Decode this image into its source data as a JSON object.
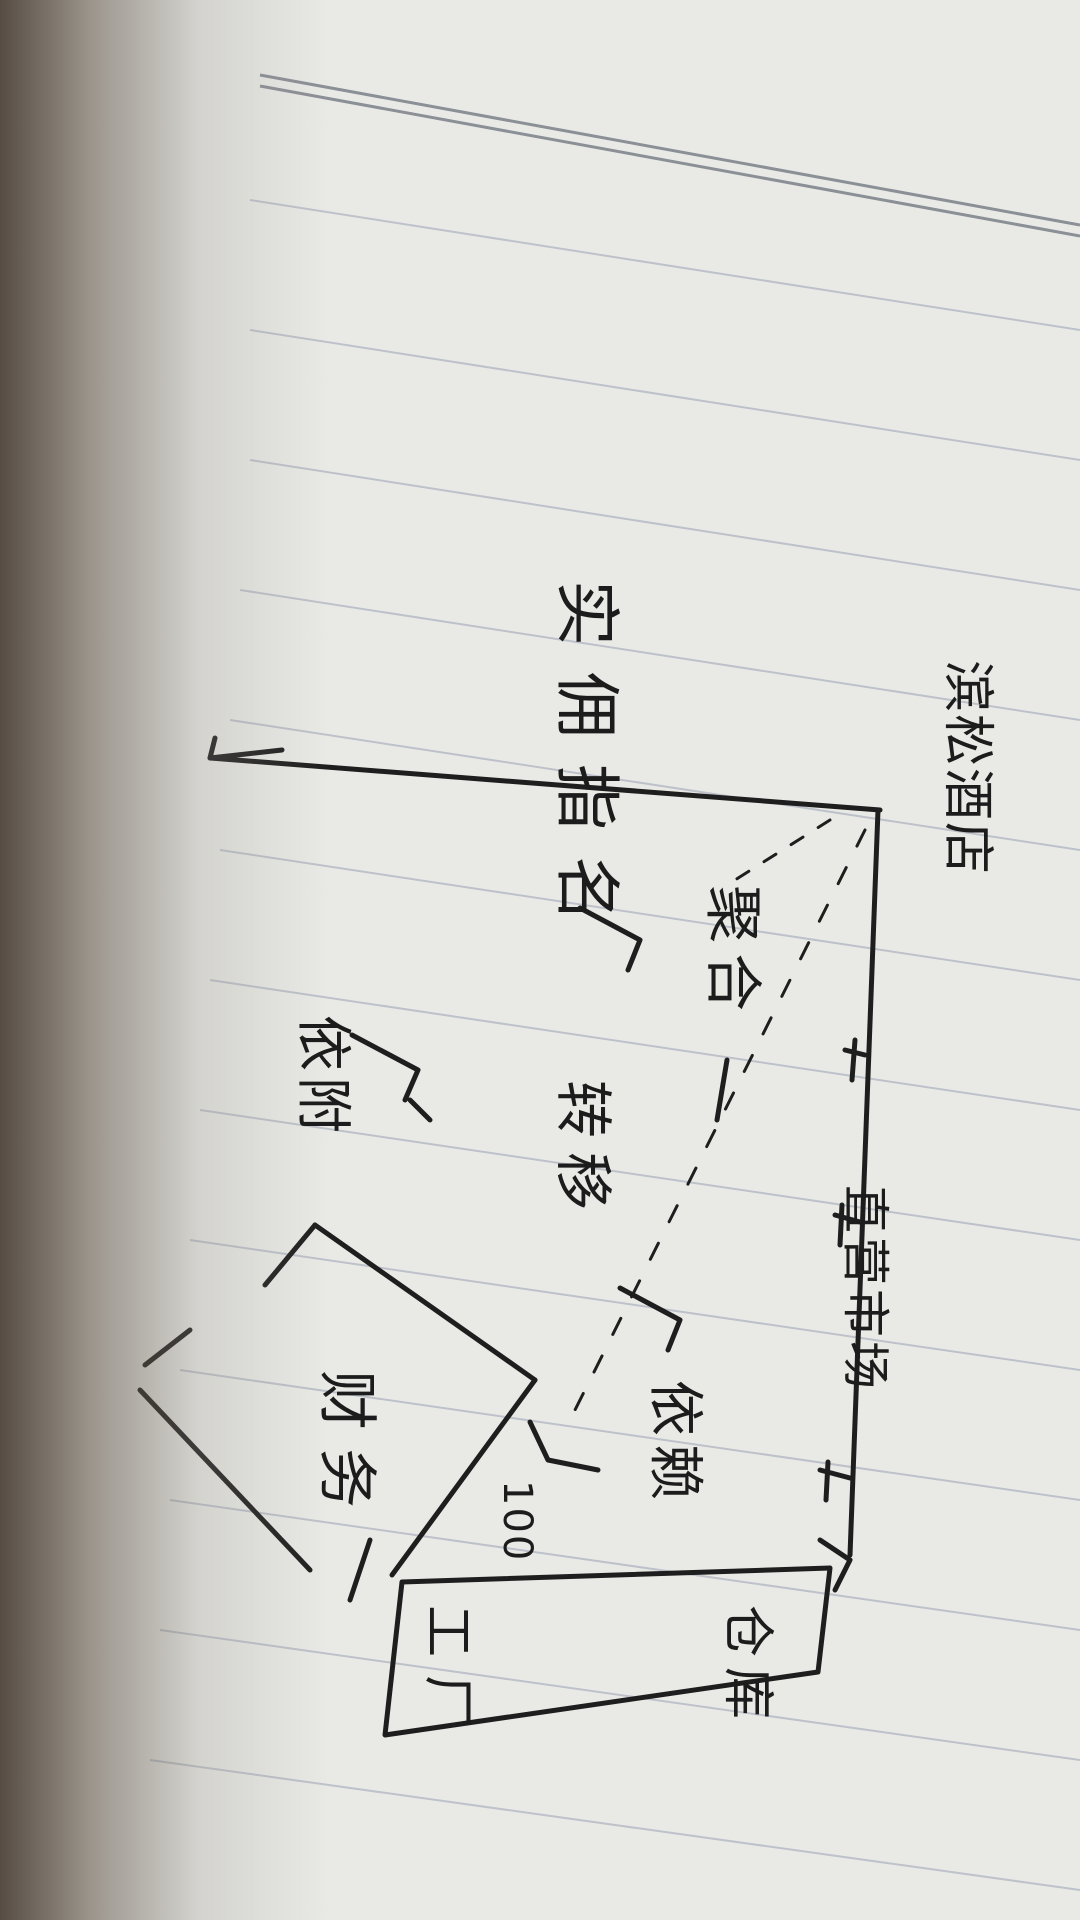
{
  "labels": {
    "title": "滨松酒店",
    "guide": "实佣指名",
    "aggregate": "聚合",
    "transfer": "转移",
    "bypass": "依附",
    "direct_market": "直营市场",
    "return_flow": "依赖",
    "price": "100",
    "finance": "财务",
    "warehouse": "仓库",
    "factory": "工厂"
  },
  "colors": {
    "paper": "#e9eae6",
    "ink": "#1c1c1c",
    "rule_line": "#b7bcc7"
  }
}
